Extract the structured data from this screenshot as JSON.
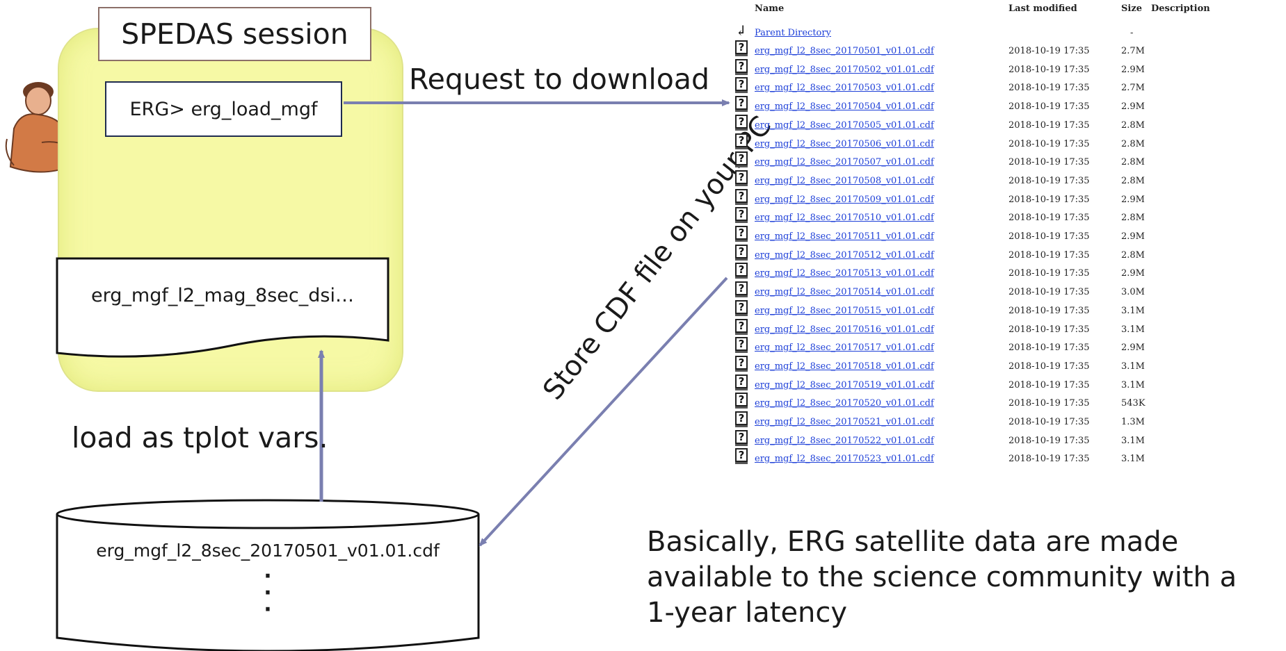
{
  "session": {
    "title": "SPEDAS session",
    "command": "ERG> erg_load_mgf",
    "tplot_doc": "erg_mgf_l2_mag_8sec_dsi…"
  },
  "database": {
    "filename": "erg_mgf_l2_8sec_20170501_v01.01.cdf",
    "dots": "·\n·\n·"
  },
  "labels": {
    "request": "Request to download",
    "store": "Store CDF file on your PC",
    "load": "load as tplot vars."
  },
  "note": "Basically, ERG satellite data are made available to the science community with a 1-year latency",
  "listing": {
    "headers": {
      "name": "Name",
      "modified": "Last modified",
      "size": "Size",
      "description": "Description"
    },
    "parent": {
      "label": "Parent Directory",
      "size": "-"
    },
    "files": [
      {
        "name": "erg_mgf_l2_8sec_20170501_v01.01.cdf",
        "modified": "2018-10-19 17:35",
        "size": "2.7M"
      },
      {
        "name": "erg_mgf_l2_8sec_20170502_v01.01.cdf",
        "modified": "2018-10-19 17:35",
        "size": "2.9M"
      },
      {
        "name": "erg_mgf_l2_8sec_20170503_v01.01.cdf",
        "modified": "2018-10-19 17:35",
        "size": "2.7M"
      },
      {
        "name": "erg_mgf_l2_8sec_20170504_v01.01.cdf",
        "modified": "2018-10-19 17:35",
        "size": "2.9M"
      },
      {
        "name": "erg_mgf_l2_8sec_20170505_v01.01.cdf",
        "modified": "2018-10-19 17:35",
        "size": "2.8M"
      },
      {
        "name": "erg_mgf_l2_8sec_20170506_v01.01.cdf",
        "modified": "2018-10-19 17:35",
        "size": "2.8M"
      },
      {
        "name": "erg_mgf_l2_8sec_20170507_v01.01.cdf",
        "modified": "2018-10-19 17:35",
        "size": "2.8M"
      },
      {
        "name": "erg_mgf_l2_8sec_20170508_v01.01.cdf",
        "modified": "2018-10-19 17:35",
        "size": "2.8M"
      },
      {
        "name": "erg_mgf_l2_8sec_20170509_v01.01.cdf",
        "modified": "2018-10-19 17:35",
        "size": "2.9M"
      },
      {
        "name": "erg_mgf_l2_8sec_20170510_v01.01.cdf",
        "modified": "2018-10-19 17:35",
        "size": "2.8M"
      },
      {
        "name": "erg_mgf_l2_8sec_20170511_v01.01.cdf",
        "modified": "2018-10-19 17:35",
        "size": "2.9M"
      },
      {
        "name": "erg_mgf_l2_8sec_20170512_v01.01.cdf",
        "modified": "2018-10-19 17:35",
        "size": "2.8M"
      },
      {
        "name": "erg_mgf_l2_8sec_20170513_v01.01.cdf",
        "modified": "2018-10-19 17:35",
        "size": "2.9M"
      },
      {
        "name": "erg_mgf_l2_8sec_20170514_v01.01.cdf",
        "modified": "2018-10-19 17:35",
        "size": "3.0M"
      },
      {
        "name": "erg_mgf_l2_8sec_20170515_v01.01.cdf",
        "modified": "2018-10-19 17:35",
        "size": "3.1M"
      },
      {
        "name": "erg_mgf_l2_8sec_20170516_v01.01.cdf",
        "modified": "2018-10-19 17:35",
        "size": "3.1M"
      },
      {
        "name": "erg_mgf_l2_8sec_20170517_v01.01.cdf",
        "modified": "2018-10-19 17:35",
        "size": "2.9M"
      },
      {
        "name": "erg_mgf_l2_8sec_20170518_v01.01.cdf",
        "modified": "2018-10-19 17:35",
        "size": "3.1M"
      },
      {
        "name": "erg_mgf_l2_8sec_20170519_v01.01.cdf",
        "modified": "2018-10-19 17:35",
        "size": "3.1M"
      },
      {
        "name": "erg_mgf_l2_8sec_20170520_v01.01.cdf",
        "modified": "2018-10-19 17:35",
        "size": "543K"
      },
      {
        "name": "erg_mgf_l2_8sec_20170521_v01.01.cdf",
        "modified": "2018-10-19 17:35",
        "size": "1.3M"
      },
      {
        "name": "erg_mgf_l2_8sec_20170522_v01.01.cdf",
        "modified": "2018-10-19 17:35",
        "size": "3.1M"
      },
      {
        "name": "erg_mgf_l2_8sec_20170523_v01.01.cdf",
        "modified": "2018-10-19 17:35",
        "size": "3.1M"
      }
    ]
  },
  "colors": {
    "session_fill": "#f6f9a5",
    "arrow": "#7a7fb0",
    "link": "#1d3fd8"
  },
  "icons": {
    "parent": "back-arrow-icon",
    "file": "unknown-file-icon",
    "person": "person-at-computer-icon"
  }
}
